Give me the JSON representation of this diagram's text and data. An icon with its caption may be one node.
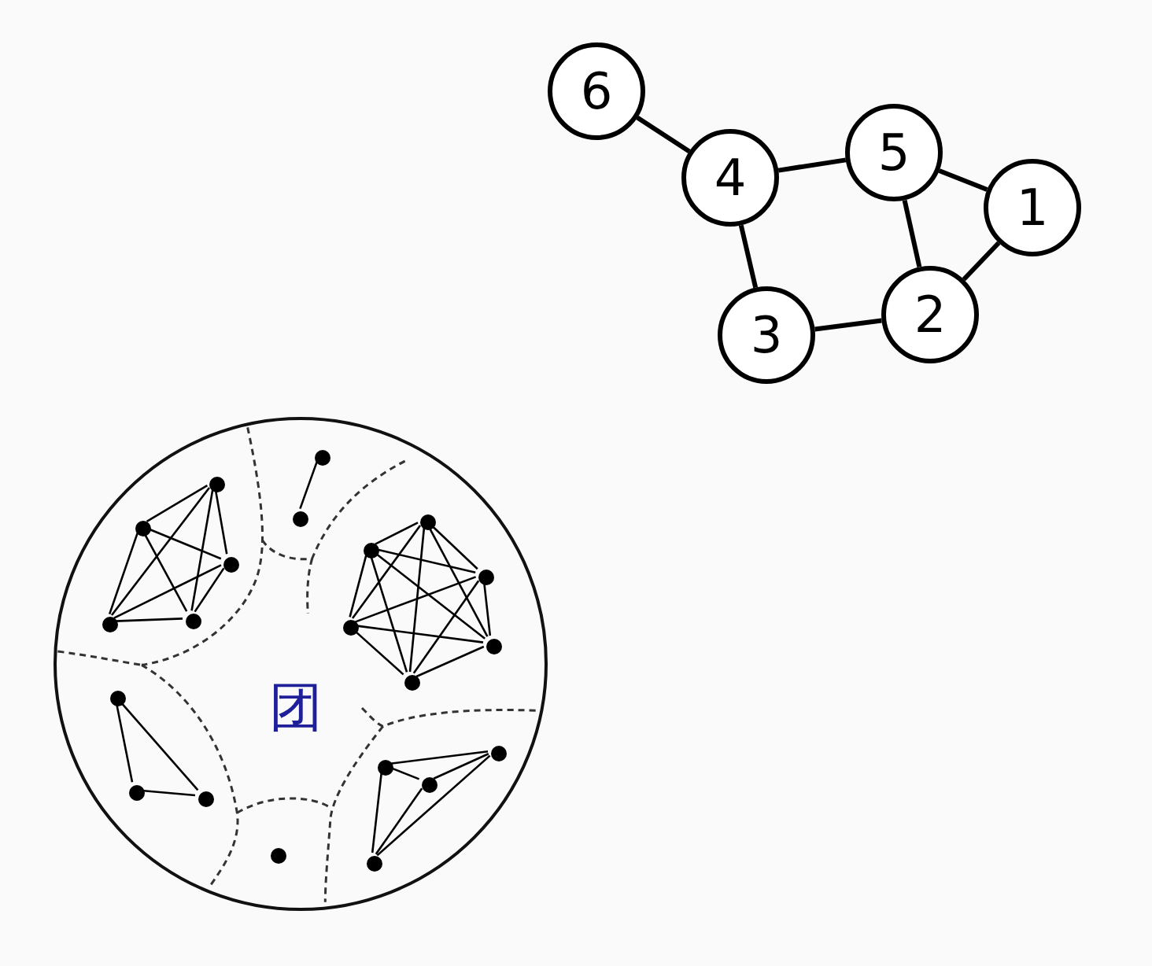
{
  "diagram": {
    "nodes": [
      {
        "text": [
          "6"
        ]
      },
      {
        "text": [
          "4"
        ]
      },
      {
        "text": [
          "5"
        ]
      },
      {
        "text": [
          "1"
        ]
      },
      {
        "text": [
          "3"
        ]
      },
      {
        "text": [
          "2"
        ]
      },
      {
        "text": [
          "团"
        ]
      },
      {
        "text": [],
        "shape": "circle",
        "in": 6
      },
      {
        "text": [],
        "shape": "circle",
        "in": 6
      },
      {
        "text": [],
        "shape": "circle",
        "in": 6
      },
      {
        "text": [],
        "shape": "circle",
        "in": 6
      },
      {
        "text": [],
        "shape": "circle",
        "in": 6
      },
      {
        "text": [],
        "shape": "circle",
        "in": 6
      },
      {
        "text": [],
        "shape": "circle",
        "in": 6
      },
      {
        "text": [],
        "shape": "circle",
        "in": 6
      },
      {
        "text": [],
        "shape": "circle",
        "in": 6
      },
      {
        "text": [],
        "shape": "circle",
        "in": 6
      },
      {
        "text": [],
        "shape": "circle",
        "in": 6
      },
      {
        "text": [],
        "shape": "circle",
        "in": 6
      },
      {
        "text": [],
        "shape": "circle",
        "in": 6
      },
      {
        "text": [],
        "shape": "circle",
        "in": 6
      },
      {
        "text": [],
        "shape": "circle",
        "in": 6
      },
      {
        "text": [],
        "shape": "circle",
        "in": 6
      },
      {
        "text": [],
        "shape": "circle",
        "in": 6
      },
      {
        "text": [],
        "shape": "circle",
        "in": 6
      },
      {
        "text": [],
        "shape": "circle",
        "in": 6
      },
      {
        "text": [],
        "shape": "circle",
        "in": 6
      },
      {
        "text": [],
        "shape": "circle",
        "in": 6
      }
    ],
    "edges": [
      {
        "from": 0,
        "to": 1,
        "arrow": "none",
        "style": "thick"
      },
      {
        "from": 1,
        "to": 2,
        "arrow": "none",
        "style": "thick"
      },
      {
        "from": 2,
        "to": 3,
        "arrow": "none",
        "style": "thick"
      },
      {
        "from": 2,
        "to": 5,
        "arrow": "none",
        "style": "thick"
      },
      {
        "from": 3,
        "to": 5,
        "arrow": "none",
        "style": "thick"
      },
      {
        "from": 1,
        "to": 4,
        "arrow": "none",
        "style": "thick"
      },
      {
        "from": 4,
        "to": 5,
        "arrow": "none",
        "style": "thick"
      },
      {
        "from": 7,
        "to": 8,
        "arrow": "none"
      },
      {
        "from": 7,
        "to": 9,
        "arrow": "none"
      },
      {
        "from": 7,
        "to": 10,
        "arrow": "none"
      },
      {
        "from": 7,
        "to": 11,
        "arrow": "none"
      },
      {
        "from": 8,
        "to": 9,
        "arrow": "none"
      },
      {
        "from": 8,
        "to": 10,
        "arrow": "none"
      },
      {
        "from": 8,
        "to": 11,
        "arrow": "none"
      },
      {
        "from": 9,
        "to": 10,
        "arrow": "none"
      },
      {
        "from": 9,
        "to": 11,
        "arrow": "none"
      },
      {
        "from": 10,
        "to": 11,
        "arrow": "none"
      },
      {
        "from": 12,
        "to": 13,
        "arrow": "none"
      },
      {
        "from": 14,
        "to": 15,
        "arrow": "none"
      },
      {
        "from": 14,
        "to": 16,
        "arrow": "none"
      },
      {
        "from": 14,
        "to": 17,
        "arrow": "none"
      },
      {
        "from": 14,
        "to": 18,
        "arrow": "none"
      },
      {
        "from": 14,
        "to": 19,
        "arrow": "none"
      },
      {
        "from": 15,
        "to": 16,
        "arrow": "none"
      },
      {
        "from": 15,
        "to": 17,
        "arrow": "none"
      },
      {
        "from": 15,
        "to": 18,
        "arrow": "none"
      },
      {
        "from": 15,
        "to": 19,
        "arrow": "none"
      },
      {
        "from": 16,
        "to": 17,
        "arrow": "none"
      },
      {
        "from": 16,
        "to": 18,
        "arrow": "none"
      },
      {
        "from": 16,
        "to": 19,
        "arrow": "none"
      },
      {
        "from": 17,
        "to": 18,
        "arrow": "none"
      },
      {
        "from": 17,
        "to": 19,
        "arrow": "none"
      },
      {
        "from": 18,
        "to": 19,
        "arrow": "none"
      },
      {
        "from": 20,
        "to": 21,
        "arrow": "none"
      },
      {
        "from": 20,
        "to": 22,
        "arrow": "none"
      },
      {
        "from": 21,
        "to": 22,
        "arrow": "none"
      },
      {
        "from": 23,
        "to": 24,
        "arrow": "none"
      },
      {
        "from": 23,
        "to": 25,
        "arrow": "none"
      },
      {
        "from": 23,
        "to": 26,
        "arrow": "none"
      },
      {
        "from": 24,
        "to": 25,
        "arrow": "none"
      },
      {
        "from": 24,
        "to": 26,
        "arrow": "none"
      },
      {
        "from": 25,
        "to": 26,
        "arrow": "none"
      }
    ]
  }
}
